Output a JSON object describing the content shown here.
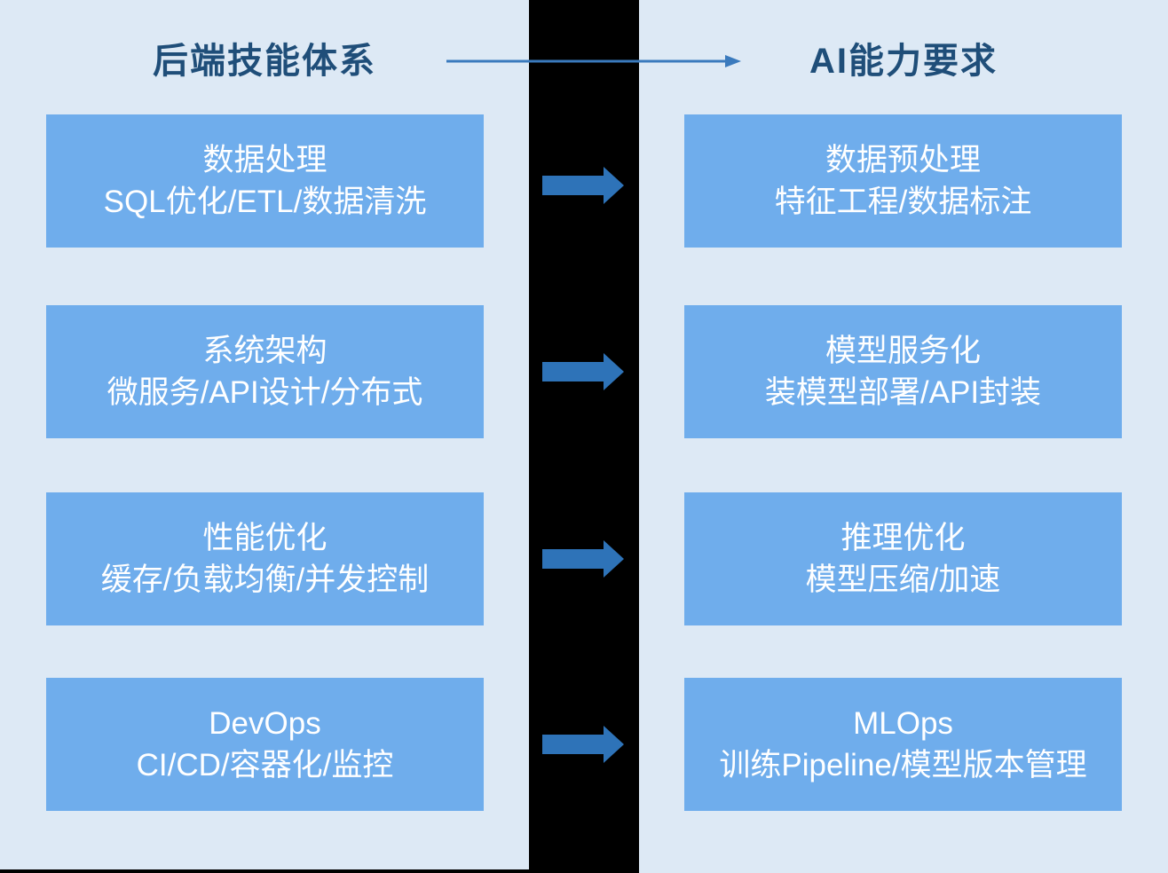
{
  "header": {
    "left_title": "后端技能体系",
    "right_title": "AI能力要求"
  },
  "rows": [
    {
      "left": {
        "title": "数据处理",
        "detail": "SQL优化/ETL/数据清洗"
      },
      "right": {
        "title": "数据预处理",
        "detail": "特征工程/数据标注"
      }
    },
    {
      "left": {
        "title": "系统架构",
        "detail": "微服务/API设计/分布式"
      },
      "right": {
        "title": "模型服务化",
        "detail": "装模型部署/API封装"
      }
    },
    {
      "left": {
        "title": "性能优化",
        "detail": "缓存/负载均衡/并发控制"
      },
      "right": {
        "title": "推理优化",
        "detail": "模型压缩/加速"
      }
    },
    {
      "left": {
        "title": "DevOps",
        "detail": "CI/CD/容器化/监控"
      },
      "right": {
        "title": "MLOps",
        "detail": "训练Pipeline/模型版本管理"
      }
    }
  ],
  "icons": {
    "header_arrow": "right-arrow-line",
    "row_arrow": "right-block-arrow"
  },
  "colors": {
    "panel_bg": "#dde9f5",
    "box_bg": "#6fadec",
    "box_text": "#ffffff",
    "title_text": "#1f4e79",
    "block_arrow": "#2e73b8",
    "line_arrow": "#3a7abd",
    "divider": "#000000"
  }
}
